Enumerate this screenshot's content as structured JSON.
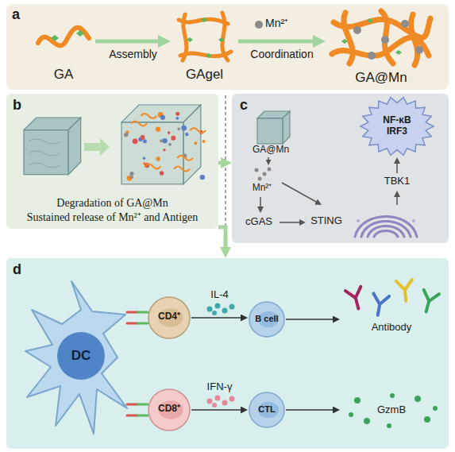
{
  "diagram": {
    "nodes": [
      {
        "text": [
          "a"
        ]
      },
      {
        "text": [
          "GA"
        ],
        "in": 0
      },
      {
        "text": [
          "GAgel"
        ],
        "in": 0
      },
      {
        "text": [
          "GA@Mn"
        ],
        "in": 0
      },
      {
        "text": [
          "b",
          "Degradation of GA@Mn",
          "Sustained release of Mn²⁺ and Antigen"
        ]
      },
      {
        "text": [
          "c"
        ]
      },
      {
        "text": [
          "GA@Mn"
        ],
        "in": 5
      },
      {
        "text": [
          "Mn²⁺"
        ],
        "in": 5
      },
      {
        "text": [
          "cGAS"
        ],
        "in": 5
      },
      {
        "text": [
          "STING"
        ],
        "in": 5
      },
      {
        "text": [
          "TBK1"
        ],
        "in": 5
      },
      {
        "text": [
          "NF-κB IRF3"
        ],
        "in": 5
      },
      {
        "text": [
          "d"
        ]
      },
      {
        "text": [
          "DC"
        ],
        "in": 12
      },
      {
        "text": [
          "CD4⁺"
        ],
        "in": 12
      },
      {
        "text": [
          "CD8⁺"
        ],
        "in": 12
      },
      {
        "text": [
          "B cell"
        ],
        "in": 12
      },
      {
        "text": [
          "CTL"
        ],
        "in": 12
      },
      {
        "text": [
          "Antibody"
        ],
        "in": 12
      },
      {
        "text": [
          "GzmB"
        ],
        "in": 12
      }
    ],
    "edges": [
      {
        "from": 1,
        "to": 2,
        "arrow": "to",
        "label": "Assembly"
      },
      {
        "from": 2,
        "to": 3,
        "arrow": "to",
        "label": "Coordination"
      },
      {
        "from": 4,
        "to": 5,
        "arrow": "to"
      },
      {
        "from": 4,
        "to": 12,
        "arrow": "to"
      },
      {
        "from": 6,
        "to": 7,
        "arrow": "to"
      },
      {
        "from": 7,
        "to": 8,
        "arrow": "to"
      },
      {
        "from": 7,
        "to": 9,
        "arrow": "to"
      },
      {
        "from": 8,
        "to": 9,
        "arrow": "to"
      },
      {
        "from": 9,
        "to": 10,
        "arrow": "to"
      },
      {
        "from": 10,
        "to": 11,
        "arrow": "to"
      },
      {
        "from": 13,
        "to": 14,
        "arrow": "none"
      },
      {
        "from": 13,
        "to": 15,
        "arrow": "none"
      },
      {
        "from": 14,
        "to": 16,
        "arrow": "to",
        "label": "IL-4"
      },
      {
        "from": 15,
        "to": 17,
        "arrow": "to",
        "label": "IFN-γ"
      },
      {
        "from": 16,
        "to": 18,
        "arrow": "to"
      },
      {
        "from": 17,
        "to": 19,
        "arrow": "to"
      }
    ],
    "labels": [
      "Mn²⁺"
    ]
  }
}
